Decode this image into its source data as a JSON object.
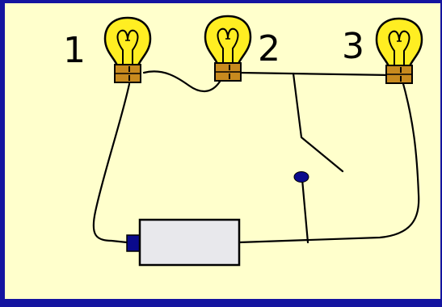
{
  "diagram": {
    "colors": {
      "frame": "#1414a0",
      "panel": "#ffffcc",
      "wire": "#000000",
      "bulb_glass": "#ffee22",
      "bulb_base": "#c88a1e",
      "battery_body": "#e8e8ec",
      "battery_terminal": "#0a0a8c"
    },
    "bulbs": [
      {
        "label": "1",
        "icon": "light-bulb-icon"
      },
      {
        "label": "2",
        "icon": "light-bulb-icon"
      },
      {
        "label": "3",
        "icon": "light-bulb-icon"
      }
    ],
    "components": {
      "battery": "battery-icon",
      "switch": "open-switch"
    }
  }
}
